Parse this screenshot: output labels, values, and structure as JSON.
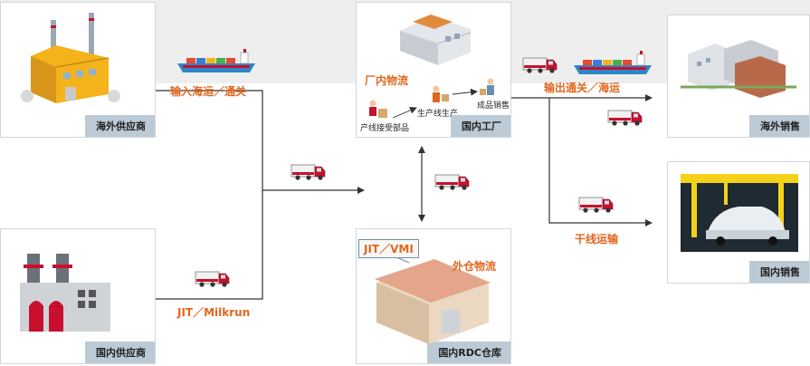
{
  "nodes": {
    "overseas_supplier": "海外供应商",
    "domestic_supplier": "国内供应商",
    "domestic_factory": "国内工厂",
    "domestic_rdc": "国内RDC仓库",
    "overseas_sales": "海外销售",
    "domestic_sales": "国内销售"
  },
  "labels": {
    "import_sea_customs": "输入海运／通关",
    "jit_milkrun": "JIT／Milkrun",
    "in_plant_logistics": "厂内物流",
    "line_receive_parts": "产线接受部品",
    "line_production": "生产线生产",
    "finished_sales": "成品销售",
    "export_customs_sea": "输出通关／海运",
    "trunk_transport": "干线运输",
    "jit_vmi": "JIT／VMI",
    "external_warehouse": "外仓物流"
  },
  "colors": {
    "accent": "#e2661d",
    "tag_bg": "#bccad6",
    "band": "#eeeeee",
    "truck_red": "#c8102e",
    "factory_yellow": "#f4b31a"
  }
}
